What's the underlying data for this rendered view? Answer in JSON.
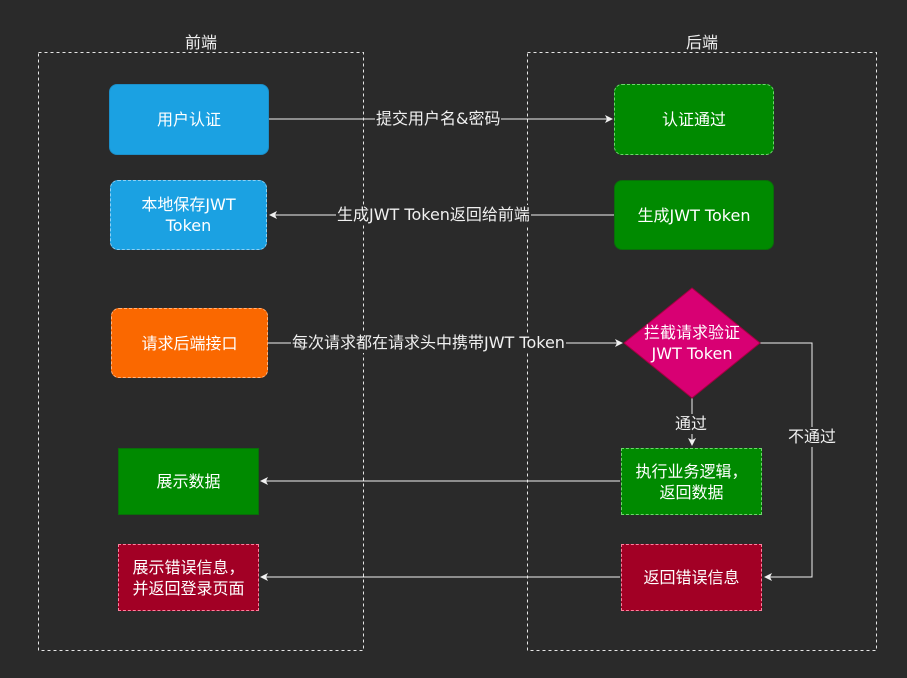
{
  "lanes": {
    "frontend": "前端",
    "backend": "后端"
  },
  "nodes": {
    "user_auth": "用户认证",
    "auth_passed": "认证通过",
    "save_local": "本地保存JWT\nToken",
    "gen_token": "生成JWT Token",
    "request_api": "请求后端接口",
    "intercept_verify": "拦截请求验证\nJWT Token",
    "show_data": "展示数据",
    "exec_business": "执行业务逻辑，\n返回数据",
    "show_error": "展示错误信息，\n并返回登录页面",
    "return_error": "返回错误信息"
  },
  "edges": {
    "submit_credentials": "提交用户名&密码",
    "return_token": "生成JWT Token返回给前端",
    "carry_token": "每次请求都在请求头中携带JWT Token",
    "passed": "通过",
    "not_passed": "不通过"
  },
  "colors": {
    "background": "#2a2a2a",
    "blue": "#1ba1e2",
    "green": "#008a00",
    "orange": "#fa6800",
    "crimson": "#a20025",
    "magenta": "#d80073"
  }
}
